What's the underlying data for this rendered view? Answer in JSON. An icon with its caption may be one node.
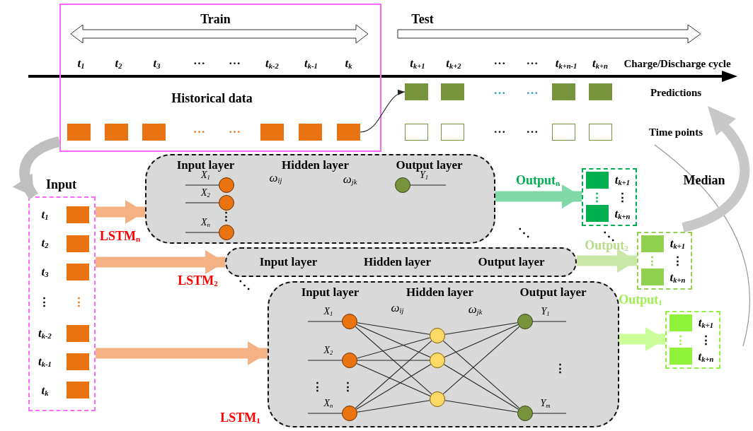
{
  "diagram": {
    "nodes": [
      {
        "text": [
          "Train",
          "t$_{1}$",
          "t$_{2}$",
          "t$_{3}$",
          "…",
          "…",
          "t$_{k-2}$",
          "t$_{k-1}$",
          "t$_{k}$",
          "Historical data",
          "…",
          "…"
        ]
      },
      {
        "text": [],
        "shape": "box",
        "in": 0
      },
      {
        "text": [],
        "shape": "box",
        "in": 0
      },
      {
        "text": [],
        "shape": "box",
        "in": 0
      },
      {
        "text": [],
        "shape": "box",
        "in": 0
      },
      {
        "text": [],
        "shape": "box",
        "in": 0
      },
      {
        "text": [],
        "shape": "box",
        "in": 0
      },
      {
        "text": [],
        "shape": "box"
      },
      {
        "text": [],
        "shape": "box"
      },
      {
        "text": [],
        "shape": "box"
      },
      {
        "text": [],
        "shape": "box"
      },
      {
        "text": [],
        "shape": "box"
      },
      {
        "text": [],
        "shape": "box"
      },
      {
        "text": [],
        "shape": "box"
      },
      {
        "text": [],
        "shape": "box"
      },
      {
        "text": [
          "Input",
          "t$_{1}$",
          "t$_{2}$",
          "t$_{3}$",
          "⋮",
          "⋮",
          "t$_{k-2}$",
          "t$_{k-1}$",
          "t$_{k}$"
        ]
      },
      {
        "text": [],
        "shape": "box",
        "in": 15
      },
      {
        "text": [],
        "shape": "box",
        "in": 15
      },
      {
        "text": [],
        "shape": "box",
        "in": 15
      },
      {
        "text": [],
        "shape": "box",
        "in": 15
      },
      {
        "text": [],
        "shape": "box",
        "in": 15
      },
      {
        "text": [],
        "shape": "box",
        "in": 15
      },
      {
        "text": [
          "Input layer",
          "Hidden layer",
          "Output layer",
          "ω$_{ij}$",
          "ω$_{jk}$",
          "⋮"
        ],
        "beside": [
          "LSTM$_{n}$"
        ]
      },
      {
        "text": [],
        "shape": "circle",
        "in": 22
      },
      {
        "text": [],
        "shape": "circle",
        "in": 22
      },
      {
        "text": [],
        "shape": "circle",
        "in": 22
      },
      {
        "text": [],
        "shape": "circle",
        "in": 22
      },
      {
        "text": [
          "Input layer",
          "Hidden layer",
          "Output layer"
        ],
        "beside": [
          "LSTM$_{2}$"
        ]
      },
      {
        "text": [
          "Input layer",
          "Hidden layer",
          "Output layer",
          "ω$_{ij}$",
          "ω$_{jk}$",
          "⋮",
          "⋮",
          "⋮"
        ],
        "beside": [
          "LSTM$_{1}$"
        ]
      },
      {
        "text": [],
        "shape": "circle",
        "in": 28
      },
      {
        "text": [],
        "shape": "circle",
        "in": 28
      },
      {
        "text": [],
        "shape": "circle",
        "in": 28
      },
      {
        "text": [],
        "shape": "circle",
        "in": 28
      },
      {
        "text": [],
        "shape": "circle",
        "in": 28
      },
      {
        "text": [],
        "shape": "circle",
        "in": 28
      },
      {
        "text": [],
        "shape": "circle",
        "in": 28
      },
      {
        "text": [],
        "shape": "circle",
        "in": 28
      },
      {
        "text": [
          "t$_{k+1}$",
          "⋮",
          "⋮",
          "t$_{k+n}$"
        ]
      },
      {
        "text": [],
        "shape": "box",
        "in": 37
      },
      {
        "text": [],
        "shape": "box",
        "in": 37
      },
      {
        "text": [
          "t$_{k+1}$",
          "⋮",
          "⋮",
          "t$_{k+n}$"
        ]
      },
      {
        "text": [],
        "shape": "box",
        "in": 40
      },
      {
        "text": [],
        "shape": "box",
        "in": 40
      },
      {
        "text": [
          "t$_{k+1}$",
          "⋮",
          "⋮",
          "t$_{k+n}$"
        ]
      },
      {
        "text": [],
        "shape": "box",
        "in": 43
      },
      {
        "text": [],
        "shape": "box",
        "in": 43
      }
    ],
    "edges": [
      {
        "from": 0,
        "to": 15,
        "arrow": "to",
        "style": "thick",
        "color": "#bfbfbf"
      },
      {
        "from": 6,
        "to": 7,
        "arrow": "to"
      },
      {
        "from": 15,
        "to": 22,
        "arrow": "to",
        "style": "thick",
        "color": "#f4b183"
      },
      {
        "from": 15,
        "to": 27,
        "arrow": "to",
        "style": "thick",
        "color": "#f4b183"
      },
      {
        "from": 15,
        "to": 28,
        "arrow": "to",
        "style": "thick",
        "color": "#f4b183"
      },
      {
        "from": null,
        "to": 23,
        "arrow": "none",
        "label": "X$_{1}$"
      },
      {
        "from": null,
        "to": 24,
        "arrow": "none",
        "label": "X$_{2}$"
      },
      {
        "from": null,
        "to": 25,
        "arrow": "none",
        "label": "X$_{n}$"
      },
      {
        "from": 26,
        "to": null,
        "arrow": "none",
        "label": "Y$_{1}$"
      },
      {
        "from": null,
        "to": 29,
        "arrow": "none",
        "label": "X$_{1}$"
      },
      {
        "from": null,
        "to": 30,
        "arrow": "none",
        "label": "X$_{2}$"
      },
      {
        "from": null,
        "to": 31,
        "arrow": "none",
        "label": "X$_{n}$"
      },
      {
        "from": 29,
        "to": 32,
        "arrow": "none"
      },
      {
        "from": 29,
        "to": 33,
        "arrow": "none"
      },
      {
        "from": 29,
        "to": 34,
        "arrow": "none"
      },
      {
        "from": 30,
        "to": 32,
        "arrow": "none"
      },
      {
        "from": 30,
        "to": 33,
        "arrow": "none"
      },
      {
        "from": 30,
        "to": 34,
        "arrow": "none"
      },
      {
        "from": 31,
        "to": 32,
        "arrow": "none"
      },
      {
        "from": 31,
        "to": 33,
        "arrow": "none"
      },
      {
        "from": 31,
        "to": 34,
        "arrow": "none"
      },
      {
        "from": 32,
        "to": 35,
        "arrow": "none"
      },
      {
        "from": 32,
        "to": 36,
        "arrow": "none"
      },
      {
        "from": 33,
        "to": 35,
        "arrow": "none"
      },
      {
        "from": 33,
        "to": 36,
        "arrow": "none"
      },
      {
        "from": 34,
        "to": 35,
        "arrow": "none"
      },
      {
        "from": 34,
        "to": 36,
        "arrow": "none"
      },
      {
        "from": 35,
        "to": null,
        "arrow": "none",
        "label": "Y$_{1}$"
      },
      {
        "from": 36,
        "to": null,
        "arrow": "none",
        "label": "Y$_{m}$"
      },
      {
        "from": 22,
        "to": 37,
        "arrow": "to",
        "style": "thick",
        "color": "#80d8a8",
        "label": "Output$_{n}$"
      },
      {
        "from": 27,
        "to": 40,
        "arrow": "to",
        "style": "thick",
        "color": "#c9e8a8",
        "label": "Output$_{2}$"
      },
      {
        "from": 28,
        "to": 43,
        "arrow": "to",
        "style": "thick",
        "color": "#ccff99",
        "label": "Output$_{1}$"
      }
    ],
    "labels": [
      "Test",
      "t$_{k+1}$",
      "t$_{k+2}$",
      "…",
      "…",
      "t$_{k+n-1}$",
      "t$_{k+n}$",
      "Charge/Discharge cycle",
      "…",
      "…",
      "Predictions",
      "…",
      "…",
      "Time points",
      "⋱",
      "Median",
      "⋱",
      "⋱"
    ]
  }
}
